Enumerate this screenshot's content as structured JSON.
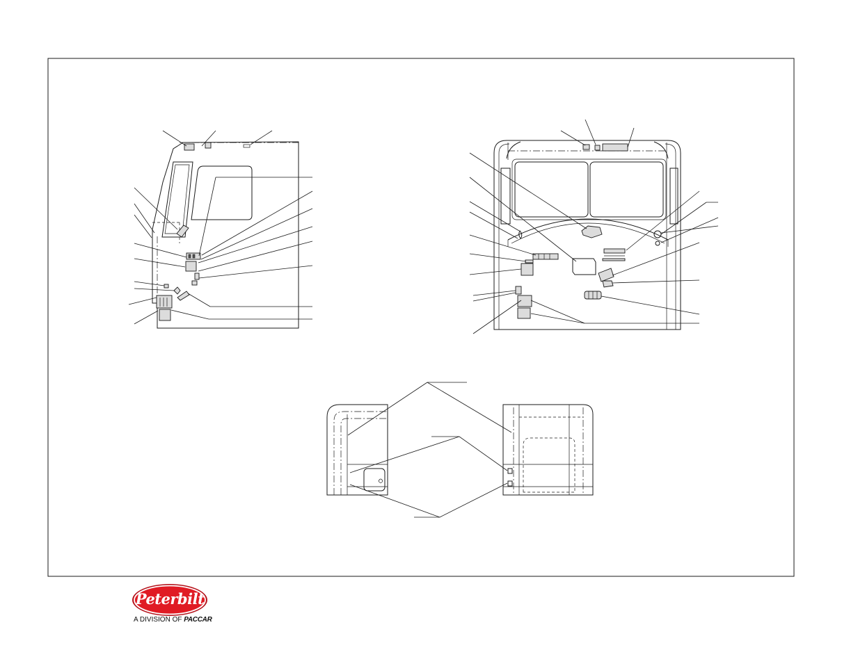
{
  "drawing": {
    "views": [
      {
        "name": "cab-side-view"
      },
      {
        "name": "cab-rear-view"
      },
      {
        "name": "sleeper-left-view"
      },
      {
        "name": "sleeper-right-view"
      }
    ],
    "colors": {
      "line": "#1a1a1a",
      "brand_red": "#e01b24",
      "brand_red_dark": "#b5121b"
    }
  },
  "footer": {
    "logo_wordmark": "Peterbilt",
    "tagline_prefix": "A DIVISION OF",
    "tagline_brand": "PACCAR",
    "logo_icon": "peterbilt-oval-logo"
  }
}
